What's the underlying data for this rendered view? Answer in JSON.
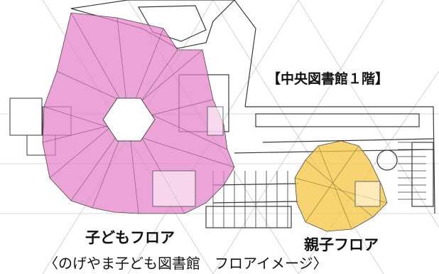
{
  "floor_title": "【中央図書館１階】",
  "zones": [
    {
      "label": "子どもフロア",
      "color": "#e47fc8"
    },
    {
      "label": "親子フロア",
      "color": "#f5c540"
    }
  ],
  "caption": "〈のげやま子ども図書館　フロアイメージ〉",
  "colors": {
    "line": "#4a4a4a",
    "grid": "#8a8a8a",
    "background": "#ffffff"
  }
}
